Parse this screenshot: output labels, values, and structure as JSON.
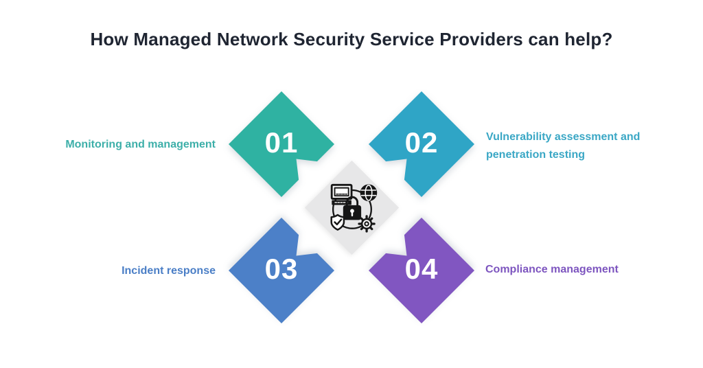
{
  "title": "How Managed Network Security Service Providers can help?",
  "title_color": "#1f2532",
  "background_color": "#ffffff",
  "number_text_color": "#ffffff",
  "items": [
    {
      "number": "01",
      "label": "Monitoring and management",
      "diamond_color": "#2FB2A2",
      "label_color": "#3DAFA9",
      "position": "top-left",
      "label_side": "left"
    },
    {
      "number": "02",
      "label": "Vulnerability assessment and penetration testing",
      "diamond_color": "#2FA5C6",
      "label_color": "#3AA7C5",
      "position": "top-right",
      "label_side": "right"
    },
    {
      "number": "03",
      "label": "Incident response",
      "diamond_color": "#4C80C8",
      "label_color": "#4A7EC6",
      "position": "bottom-left",
      "label_side": "left"
    },
    {
      "number": "04",
      "label": "Compliance management",
      "diamond_color": "#8156C1",
      "label_color": "#7D55BF",
      "position": "bottom-right",
      "label_side": "right"
    }
  ],
  "center": {
    "background_color": "#E7E7E8",
    "icon": "network-security-icon",
    "icon_parts": [
      "computer-icon",
      "globe-icon",
      "padlock-icon",
      "shield-check-icon",
      "gear-icon"
    ],
    "icon_stroke_color": "#161616"
  }
}
